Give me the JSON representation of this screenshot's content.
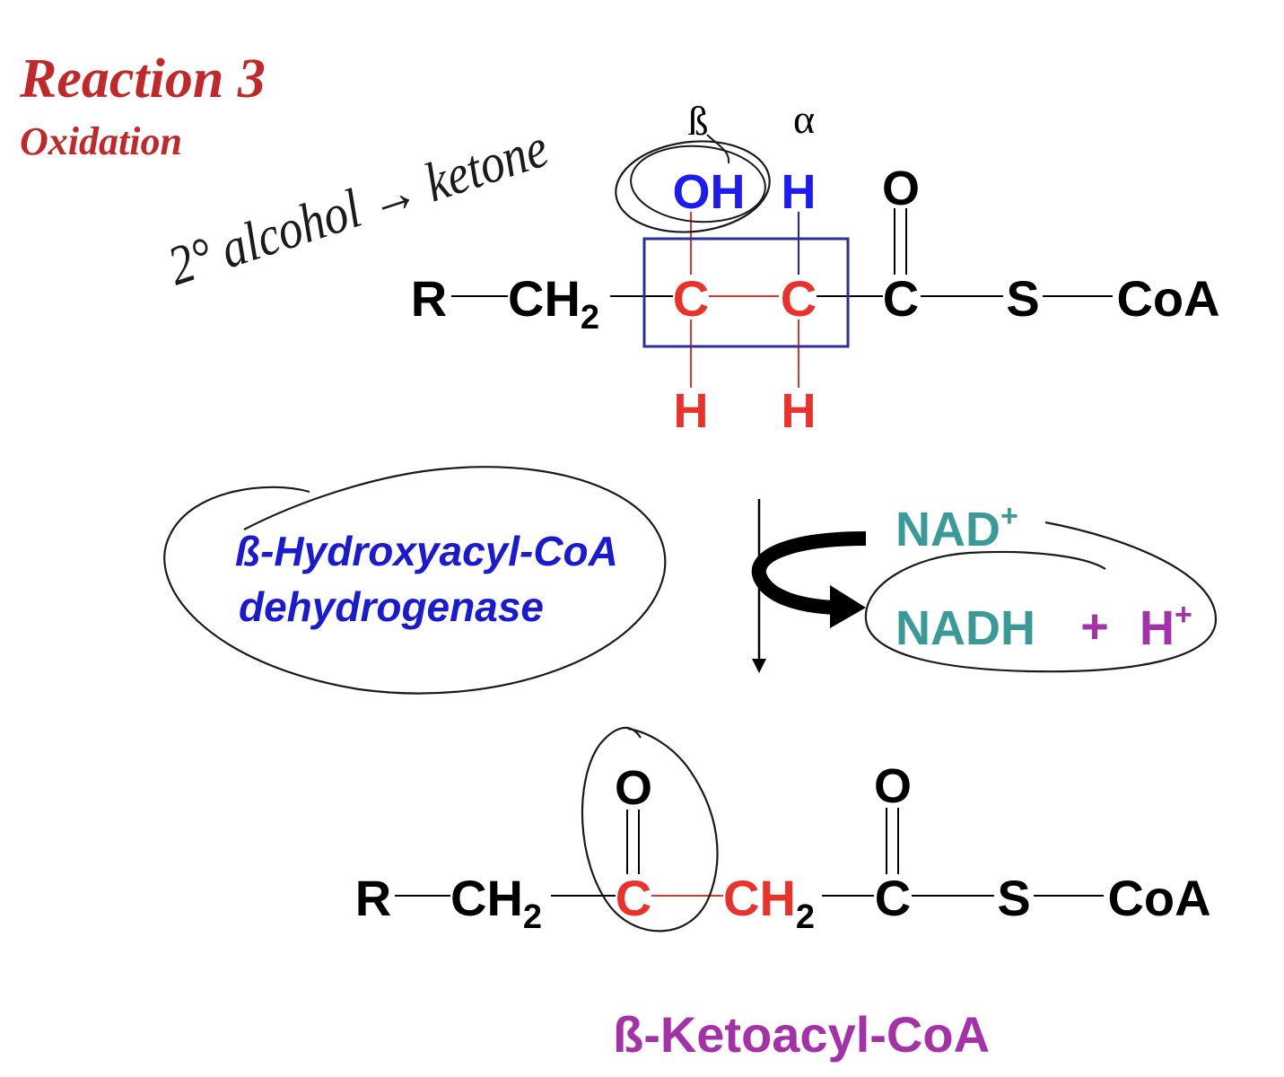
{
  "heading": {
    "title": "Reaction 3",
    "subtitle": "Oxidation"
  },
  "annotation": {
    "handwritten": "2° alcohol → ketone"
  },
  "reactant": {
    "r": "R",
    "ch2": "CH",
    "ch2_sub": "2",
    "c_beta": "C",
    "c_alpha": "C",
    "c_carbonyl": "C",
    "s": "S",
    "coa": "CoA",
    "oh": "OH",
    "h_top": "H",
    "o_top": "O",
    "h_bottom_left": "H",
    "h_bottom_right": "H",
    "beta_label": "ß",
    "alpha_label": "α"
  },
  "enzyme": {
    "line1": "ß-Hydroxyacyl-CoA",
    "line2": "dehydrogenase"
  },
  "cofactor": {
    "nad": "NAD",
    "nad_charge": "+",
    "nadh": "NADH",
    "plus": "+",
    "h": "H",
    "h_charge": "+"
  },
  "product": {
    "r": "R",
    "ch2_1": "CH",
    "ch2_1_sub": "2",
    "c_keto": "C",
    "ch2_2": "CH",
    "ch2_2_sub": "2",
    "c_carbonyl": "C",
    "s": "S",
    "coa": "CoA",
    "o_keto": "O",
    "o_carbonyl": "O",
    "name": "ß-Ketoacyl-CoA"
  },
  "colors": {
    "title": "#c0282a",
    "black": "#000000",
    "red": "#e8322b",
    "blue": "#1c1cf0",
    "box": "#2b2f9e",
    "enzyme": "#1a1ad0",
    "teal": "#3a9a98",
    "purple": "#a531a8",
    "ink": "#1a1a1a"
  }
}
